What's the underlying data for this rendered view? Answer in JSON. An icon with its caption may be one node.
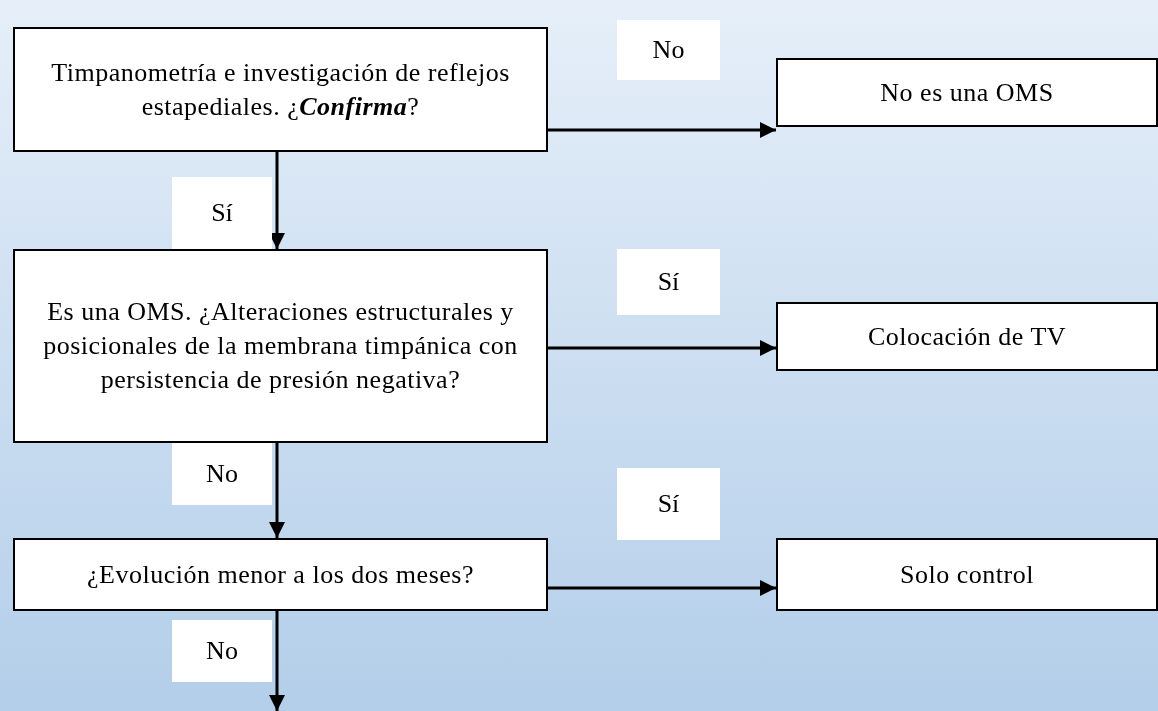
{
  "diagram": {
    "nodes": [
      {
        "text": [
          "Timpanometría e investigación de reflejos estapediales. ¿**Confirma**?"
        ]
      },
      {
        "text": [
          "No es una OMS"
        ]
      },
      {
        "text": [
          "Es una OMS. ¿Alteraciones estructurales y posicionales de la membrana timpánica con persistencia de presión negativa?"
        ]
      },
      {
        "text": [
          "Colocación de TV"
        ]
      },
      {
        "text": [
          "¿Evolución menor a los dos meses?"
        ]
      },
      {
        "text": [
          "Solo control"
        ]
      }
    ],
    "edges": [
      {
        "from": 0,
        "to": 1,
        "arrow": "to",
        "label": "No"
      },
      {
        "from": 0,
        "to": 2,
        "arrow": "to",
        "label": "Sí"
      },
      {
        "from": 2,
        "to": 3,
        "arrow": "to",
        "label": "Sí"
      },
      {
        "from": 2,
        "to": 4,
        "arrow": "to",
        "label": "No"
      },
      {
        "from": 4,
        "to": 5,
        "arrow": "to",
        "label": "Sí"
      },
      {
        "from": 4,
        "to": null,
        "arrow": "to",
        "label": "No"
      }
    ]
  }
}
